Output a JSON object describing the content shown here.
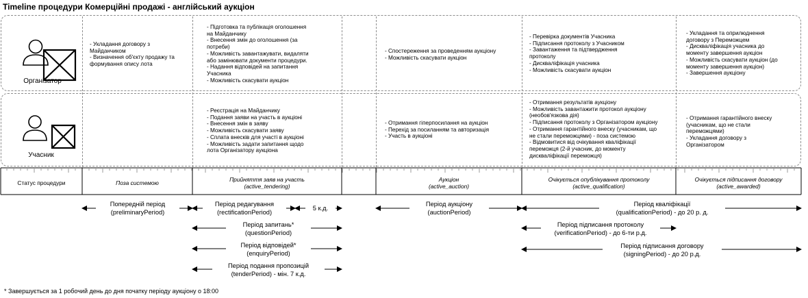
{
  "title": "Timeline процедури Комерційні продажі - англійський аукціон",
  "roles": {
    "organizer": "Організатор",
    "participant": "Учасник"
  },
  "lanes": {
    "organizer": [
      "- Укладання договору з\nМайданчиком\n- Визначення об'єкту продажу та\nформування опису лота",
      "- Підготовка та публікація оголошення\nна Майданчику\n- Внесення змін до оголошення (за\nпотреби)\n- Можливість завантажувати, видаляти\nабо замінювати документи процедури.\n- Надання відповідей на запитання\nУчасника\n- Можливість скасувати аукціон",
      "",
      "- Спостереження за проведенням аукціону\n- Можливість скасувати аукціон",
      "- Перевірка документів Учасника\n- Підписання протоколу з Учасником\n- Завантаження та підтвердження\nпротоколу\n- Дискваліфікація учасника\n- Можливість скасувати аукціон",
      "- Укладання та оприлюднення\nдоговору з Переможцем\n- Дискваліфікація учасника до\nмоменту завершення аукціон\n- Можливість скасувати аукціон (до\nмоменту завершення аукціон)\n- Завершення аукціону"
    ],
    "participant": [
      "",
      "- Реєстрація на Майданчику\n- Подання заяви на участь в аукціоні\n- Внесення змін в заяву\n- Можливість скасувати заяву\n- Сплата внесків для участі в аукціоні\n- Можливість задати запитання щодо\nлота Організатору аукціона",
      "",
      "- Отримання гіперпосилання на аукціон\n- Перехід за посиланням та авторизація\n- Участь в аукціоні",
      "- Отримання результатів аукціону\n- Можливість завантажити протокол аукціону\n(необов'язкова дія)\n- Підписання протоколу з Організатором аукціону\n- Отримання гарантійного внеску (учасникам, що\nне стали переможцями) - поза системою\n- Відмовитися від очікування кваліфікації\nпереможця (2-й учасник, до моменту\nдискваліфікації переможця)",
      "- Отримання гарантійного внеску\n(учасникам, що не стали\nпереможцями)\n- Укладання договору з\nОрганізатором"
    ]
  },
  "statuses": [
    "Статус процедури",
    "Поза системою",
    "Прийняття заяв на участь\n(active_tendering)",
    "",
    "Аукціон\n(active_auction)",
    "Очікується опублікування протоколу\n(active_qualification)",
    "Очікується підписання договору\n(active_awarded)"
  ],
  "periods": [
    {
      "label": "Попередній період\n(preliminaryPeriod)"
    },
    {
      "label": "Період редагування\n(rectificationPeriod)"
    },
    {
      "label": "5 к.д."
    },
    {
      "label": "Період аукціону\n(auctionPeriod)"
    },
    {
      "label": "Період кваліфікації\n(qualificationPeriod) - до 20 р. д."
    },
    {
      "label": "Період запитань*\n(questionPeriod)"
    },
    {
      "label": "Період підписання протоколу\n(verificationPeriod) - до 6-ти р.д."
    },
    {
      "label": "Період відповідей*\n(enquiryPeriod)"
    },
    {
      "label": "Період підписання договору\n(signingPeriod) - до 20 р.д."
    },
    {
      "label": "Період подання пропозицій\n(tenderPeriod) - мін. 7 к.д."
    }
  ],
  "footnote": "* Завершується за 1 робочий день до дня початку періоду аукціону о 18:00"
}
